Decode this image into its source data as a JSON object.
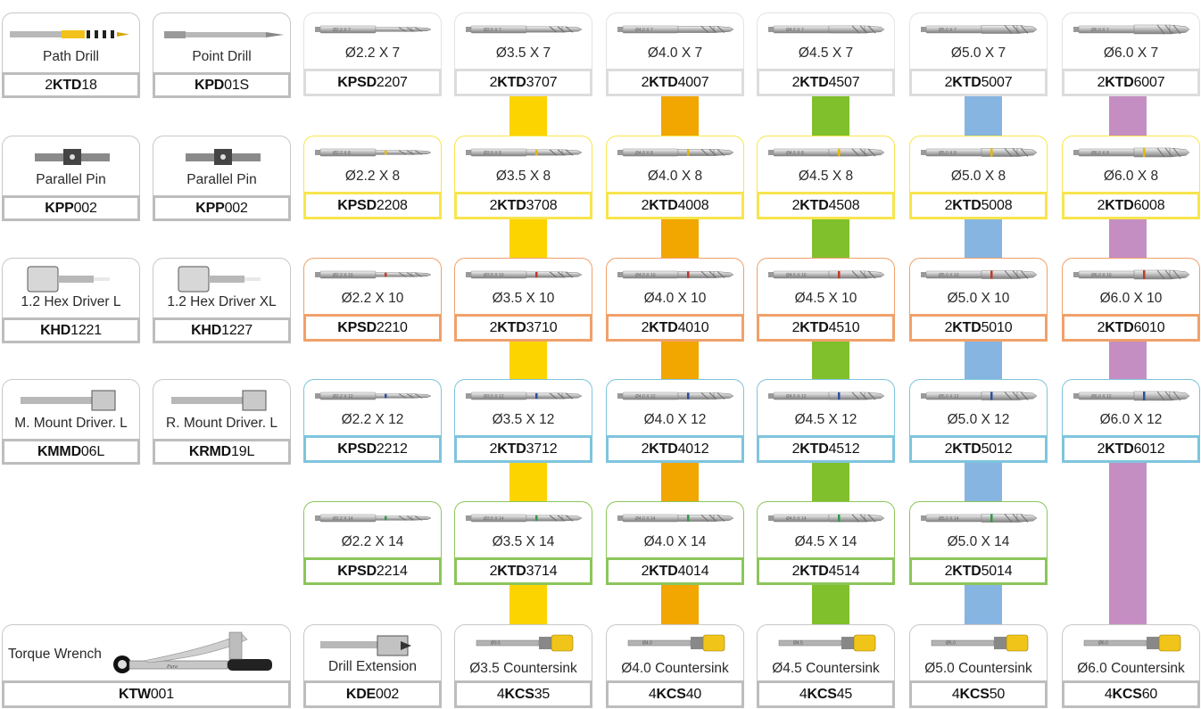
{
  "colors": {
    "neutral": "#bdbdbd",
    "row8": "#f7e54d",
    "row10": "#f0a16a",
    "row12": "#7fc4dd",
    "row14": "#8cc65a",
    "col37": "#fcd400",
    "col40": "#f2a600",
    "col45": "#7fc02c",
    "col50": "#86b5e2",
    "col60": "#c58ec2"
  },
  "kit": [
    {
      "key": "path-drill",
      "label": "Path Drill",
      "code_prefix": "2",
      "code_bold": "KTD",
      "code_suffix": "18",
      "icon": "path-drill-icon"
    },
    {
      "key": "point-drill",
      "label": "Point Drill",
      "code_prefix": "",
      "code_bold": "KPD",
      "code_suffix": "01S",
      "icon": "point-drill-icon"
    },
    {
      "key": "parallel-pin-1",
      "label": "Parallel Pin",
      "code_prefix": "",
      "code_bold": "KPP",
      "code_suffix": "002",
      "icon": "parallel-pin-icon"
    },
    {
      "key": "parallel-pin-2",
      "label": "Parallel Pin",
      "code_prefix": "",
      "code_bold": "KPP",
      "code_suffix": "002",
      "icon": "parallel-pin-icon"
    },
    {
      "key": "hex-driver-l",
      "label": "1.2 Hex Driver L",
      "code_prefix": "",
      "code_bold": "KHD",
      "code_suffix": "1221",
      "icon": "hex-driver-icon"
    },
    {
      "key": "hex-driver-xl",
      "label": "1.2 Hex Driver XL",
      "code_prefix": "",
      "code_bold": "KHD",
      "code_suffix": "1227",
      "icon": "hex-driver-icon"
    },
    {
      "key": "m-mount-driver",
      "label": "M. Mount Driver. L",
      "code_prefix": "",
      "code_bold": "KMMD",
      "code_suffix": "06L",
      "icon": "mount-driver-icon"
    },
    {
      "key": "r-mount-driver",
      "label": "R. Mount Driver. L",
      "code_prefix": "",
      "code_bold": "KRMD",
      "code_suffix": "19L",
      "icon": "mount-driver-icon"
    },
    {
      "key": "torque-wrench",
      "label": "Torque Wrench",
      "code_prefix": "",
      "code_bold": "KTW",
      "code_suffix": "001",
      "icon": "torque-wrench-icon"
    },
    {
      "key": "drill-extension",
      "label": "Drill Extension",
      "code_prefix": "",
      "code_bold": "KDE",
      "code_suffix": "002",
      "icon": "drill-extension-icon"
    }
  ],
  "drills": [
    [
      {
        "label": "Ø2.2 X 7",
        "code_prefix": "",
        "code_bold": "KPSD",
        "code_suffix": "2207"
      },
      {
        "label": "Ø3.5 X 7",
        "code_prefix": "2",
        "code_bold": "KTD",
        "code_suffix": "3707"
      },
      {
        "label": "Ø4.0 X 7",
        "code_prefix": "2",
        "code_bold": "KTD",
        "code_suffix": "4007"
      },
      {
        "label": "Ø4.5 X 7",
        "code_prefix": "2",
        "code_bold": "KTD",
        "code_suffix": "4507"
      },
      {
        "label": "Ø5.0 X 7",
        "code_prefix": "2",
        "code_bold": "KTD",
        "code_suffix": "5007"
      },
      {
        "label": "Ø6.0 X 7",
        "code_prefix": "2",
        "code_bold": "KTD",
        "code_suffix": "6007"
      }
    ],
    [
      {
        "label": "Ø2.2 X 8",
        "code_prefix": "",
        "code_bold": "KPSD",
        "code_suffix": "2208"
      },
      {
        "label": "Ø3.5 X 8",
        "code_prefix": "2",
        "code_bold": "KTD",
        "code_suffix": "3708"
      },
      {
        "label": "Ø4.0 X 8",
        "code_prefix": "2",
        "code_bold": "KTD",
        "code_suffix": "4008"
      },
      {
        "label": "Ø4.5 X 8",
        "code_prefix": "2",
        "code_bold": "KTD",
        "code_suffix": "4508"
      },
      {
        "label": "Ø5.0 X 8",
        "code_prefix": "2",
        "code_bold": "KTD",
        "code_suffix": "5008"
      },
      {
        "label": "Ø6.0 X 8",
        "code_prefix": "2",
        "code_bold": "KTD",
        "code_suffix": "6008"
      }
    ],
    [
      {
        "label": "Ø2.2 X 10",
        "code_prefix": "",
        "code_bold": "KPSD",
        "code_suffix": "2210"
      },
      {
        "label": "Ø3.5 X 10",
        "code_prefix": "2",
        "code_bold": "KTD",
        "code_suffix": "3710"
      },
      {
        "label": "Ø4.0 X 10",
        "code_prefix": "2",
        "code_bold": "KTD",
        "code_suffix": "4010"
      },
      {
        "label": "Ø4.5 X 10",
        "code_prefix": "2",
        "code_bold": "KTD",
        "code_suffix": "4510"
      },
      {
        "label": "Ø5.0 X 10",
        "code_prefix": "2",
        "code_bold": "KTD",
        "code_suffix": "5010"
      },
      {
        "label": "Ø6.0 X 10",
        "code_prefix": "2",
        "code_bold": "KTD",
        "code_suffix": "6010"
      }
    ],
    [
      {
        "label": "Ø2.2 X 12",
        "code_prefix": "",
        "code_bold": "KPSD",
        "code_suffix": "2212"
      },
      {
        "label": "Ø3.5 X 12",
        "code_prefix": "2",
        "code_bold": "KTD",
        "code_suffix": "3712"
      },
      {
        "label": "Ø4.0 X 12",
        "code_prefix": "2",
        "code_bold": "KTD",
        "code_suffix": "4012"
      },
      {
        "label": "Ø4.5 X 12",
        "code_prefix": "2",
        "code_bold": "KTD",
        "code_suffix": "4512"
      },
      {
        "label": "Ø5.0 X 12",
        "code_prefix": "2",
        "code_bold": "KTD",
        "code_suffix": "5012"
      },
      {
        "label": "Ø6.0 X 12",
        "code_prefix": "2",
        "code_bold": "KTD",
        "code_suffix": "6012"
      }
    ],
    [
      {
        "label": "Ø2.2 X 14",
        "code_prefix": "",
        "code_bold": "KPSD",
        "code_suffix": "2214"
      },
      {
        "label": "Ø3.5 X 14",
        "code_prefix": "2",
        "code_bold": "KTD",
        "code_suffix": "3714"
      },
      {
        "label": "Ø4.0 X 14",
        "code_prefix": "2",
        "code_bold": "KTD",
        "code_suffix": "4014"
      },
      {
        "label": "Ø4.5 X 14",
        "code_prefix": "2",
        "code_bold": "KTD",
        "code_suffix": "4514"
      },
      {
        "label": "Ø5.0 X 14",
        "code_prefix": "2",
        "code_bold": "KTD",
        "code_suffix": "5014"
      }
    ]
  ],
  "countersinks": [
    {
      "label": "Ø3.5 Countersink",
      "code_prefix": "4",
      "code_bold": "KCS",
      "code_suffix": "35",
      "engraving": "Ø3.5"
    },
    {
      "label": "Ø4.0 Countersink",
      "code_prefix": "4",
      "code_bold": "KCS",
      "code_suffix": "40",
      "engraving": "Ø4.0"
    },
    {
      "label": "Ø4.5 Countersink",
      "code_prefix": "4",
      "code_bold": "KCS",
      "code_suffix": "45",
      "engraving": "Ø4.5"
    },
    {
      "label": "Ø5.0 Countersink",
      "code_prefix": "4",
      "code_bold": "KCS",
      "code_suffix": "50",
      "engraving": "Ø5.0"
    },
    {
      "label": "Ø6.0 Countersink",
      "code_prefix": "4",
      "code_bold": "KCS",
      "code_suffix": "60",
      "engraving": "Ø6.0"
    }
  ],
  "engravings": {
    "drills": [
      [
        "Ø2.2 X 7",
        "Ø3.5 X 7",
        "Ø4.0 X 7",
        "Ø4.5 X 7",
        "Ø5.0 X 7",
        "Ø6.0 X 7"
      ],
      [
        "Ø2.2 X 8",
        "Ø3.5 X 8",
        "Ø4.0 X 8",
        "Ø4.5 X 8",
        "Ø5.0 X 8",
        "Ø6.0 X 8"
      ],
      [
        "Ø2.2 X 10",
        "Ø3.5 X 10",
        "Ø4.0 X 10",
        "Ø4.5 X 10",
        "Ø5.0 X 10",
        "Ø6.0 X 10"
      ],
      [
        "Ø2.2 X 12",
        "Ø3.5 X 12",
        "Ø4.0 X 12",
        "Ø4.5 X 12",
        "Ø5.0 X 12",
        "Ø6.0 X 12"
      ],
      [
        "Ø2.2 X 14",
        "Ø3.5 X 14",
        "Ø4.0 X 14",
        "Ø4.5 X 14",
        "Ø5.0 X 14"
      ]
    ],
    "wrench_brand": "Pura"
  }
}
